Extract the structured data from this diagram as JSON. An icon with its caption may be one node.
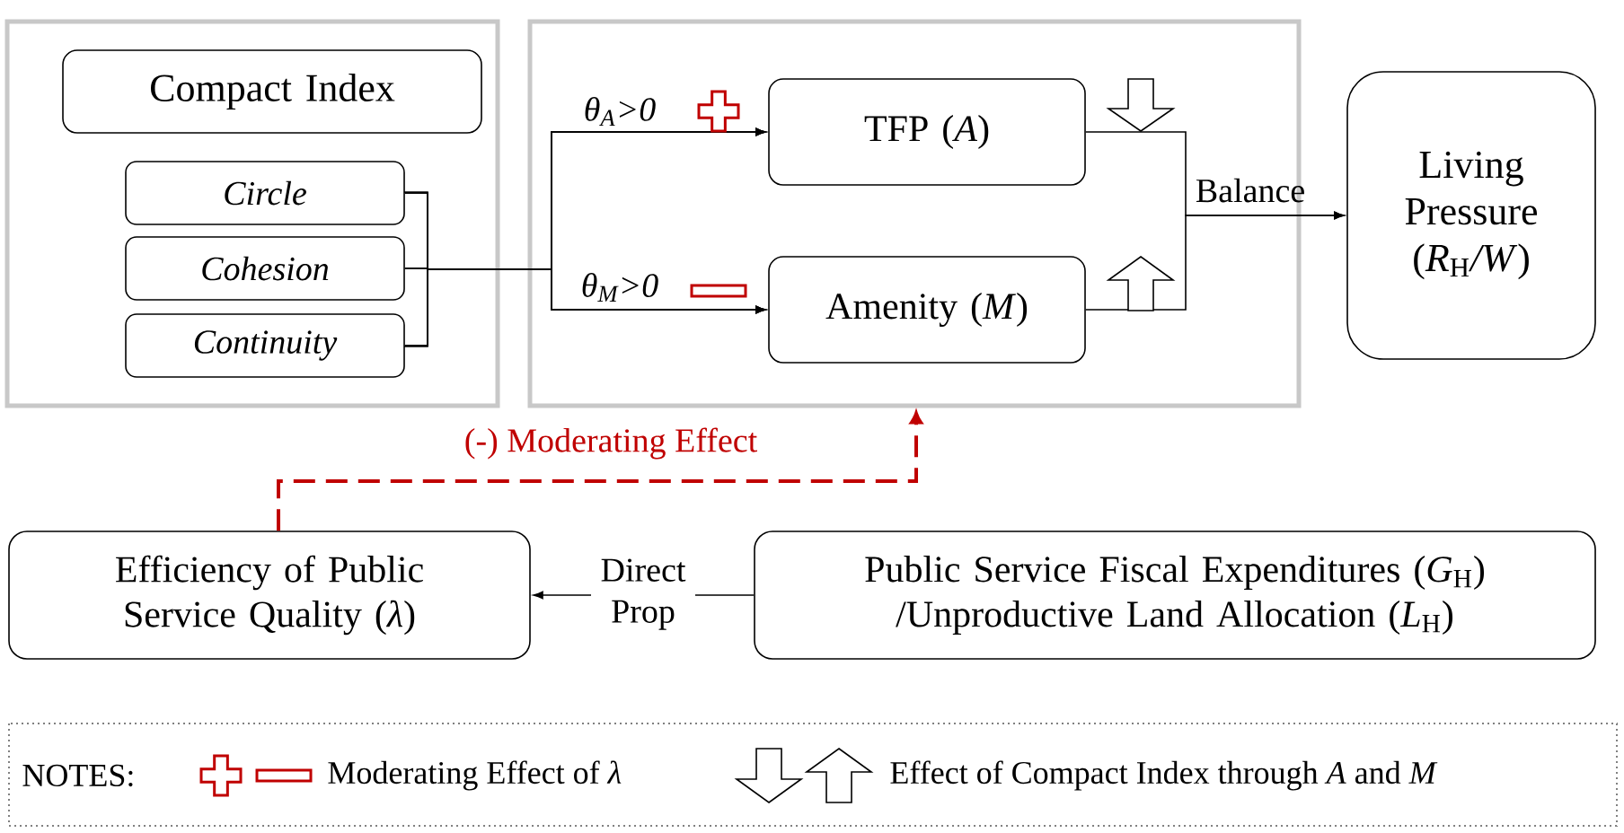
{
  "diagram": {
    "nodes": [
      {
        "text": [],
        "shape": "box"
      },
      {
        "text": [
          "Compact Index"
        ],
        "in": 0
      },
      {
        "text": [
          "Circle"
        ],
        "in": 0
      },
      {
        "text": [
          "Cohesion"
        ],
        "in": 0
      },
      {
        "text": [
          "Continuity"
        ],
        "in": 0
      },
      {
        "text": [],
        "shape": "box"
      },
      {
        "text": [
          "TFP (*A*)"
        ],
        "in": 5
      },
      {
        "text": [
          "Amenity (*M*)"
        ],
        "in": 5
      },
      {
        "text": [
          "Living Pressure (*R*$_{H}$*/W*)"
        ]
      },
      {
        "text": [
          "Efficiency of Public Service Quality (*λ*)"
        ]
      },
      {
        "text": [
          "Public Service Fiscal Expenditures (*G*$_{H}$) /Unproductive Land Allocation (*L*$_{H}$)"
        ]
      }
    ],
    "edges": [
      {
        "from": 2,
        "to": 6,
        "arrow": "to",
        "label": "θ$_{A}$>0"
      },
      {
        "from": 3,
        "to": 6,
        "arrow": "to"
      },
      {
        "from": 4,
        "to": 6,
        "arrow": "to"
      },
      {
        "from": 2,
        "to": 7,
        "arrow": "to",
        "label": "θ$_{M}$>0"
      },
      {
        "from": 3,
        "to": 7,
        "arrow": "to"
      },
      {
        "from": 4,
        "to": 7,
        "arrow": "to"
      },
      {
        "from": 6,
        "to": 8,
        "arrow": "to",
        "label": "Balance"
      },
      {
        "from": 7,
        "to": 8,
        "arrow": "to"
      },
      {
        "from": 9,
        "to": 5,
        "arrow": "to",
        "label": "(-) Moderating Effect",
        "style": "dashed",
        "color": "#c00000"
      },
      {
        "from": 10,
        "to": 9,
        "arrow": "to",
        "label": "Direct Prop"
      }
    ],
    "labels": [
      "NOTES:"
    ],
    "legend": [
      {
        "text": "Moderating Effect of *λ*"
      },
      {
        "text": "Effect of Compact Index through *A* and *M*"
      }
    ]
  }
}
